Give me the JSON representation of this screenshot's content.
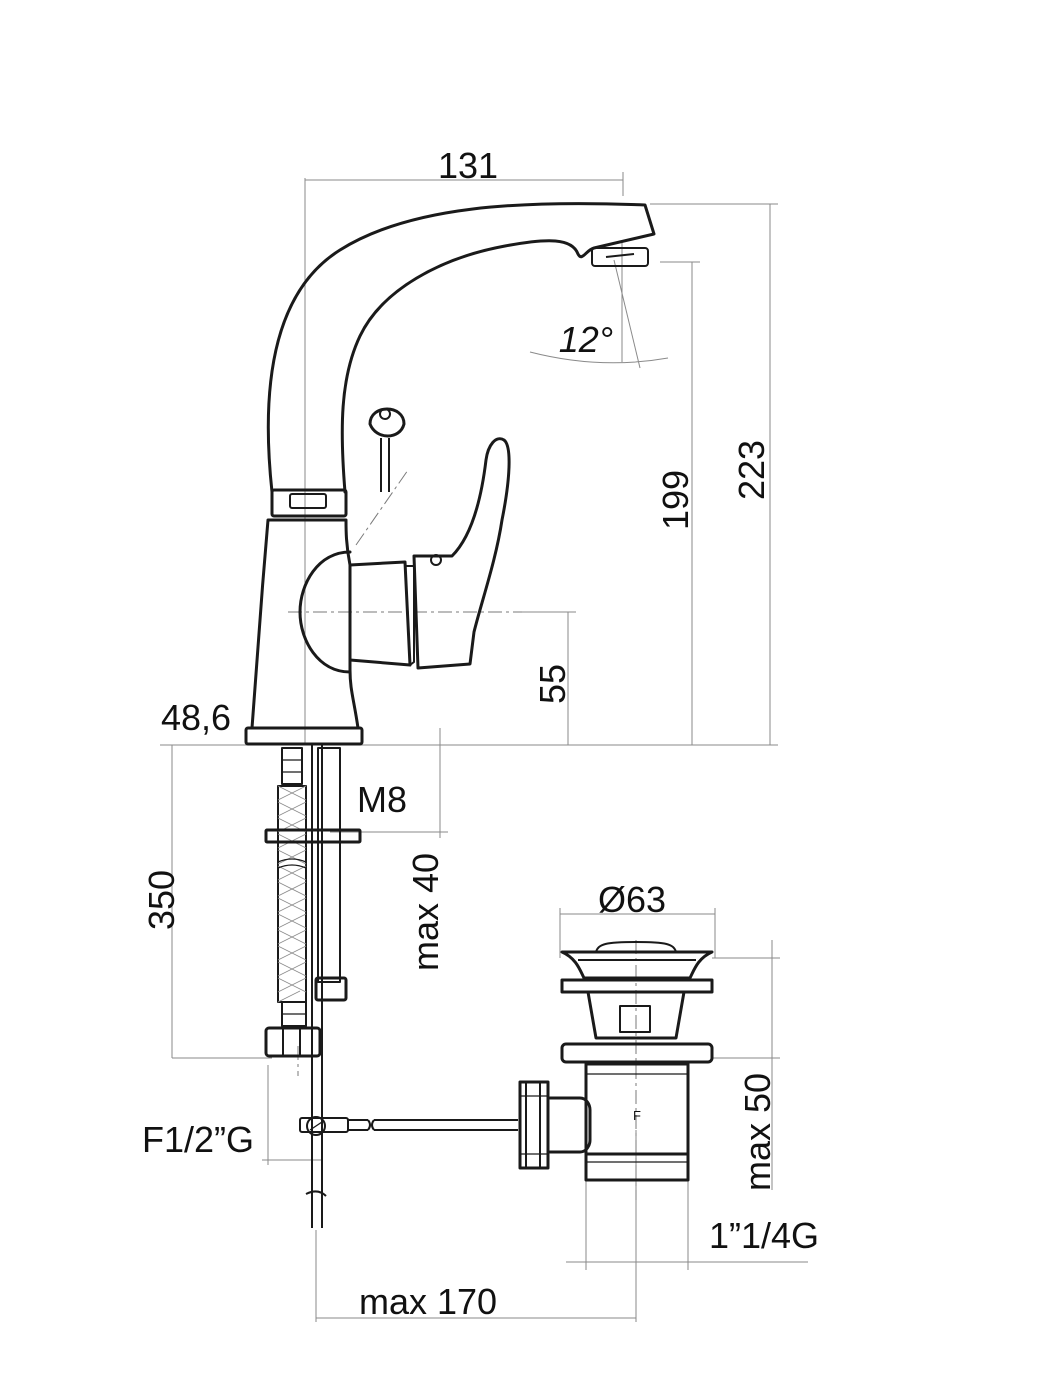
{
  "dimensions": {
    "spout_reach": "131",
    "spout_angle": "12°",
    "spout_height": "199",
    "total_height": "223",
    "lever_axis_height": "55",
    "base_diameter": "48,6",
    "stud_thread": "M8",
    "hose_length": "350",
    "max_deck_thickness": "max 40",
    "waste_diameter": "Ø63",
    "max_basin_thickness": "max 50",
    "inlet_thread": "F1/2”G",
    "waste_thread": "1”1/4G",
    "rod_max_distance": "max 170"
  },
  "marks": {
    "waste_body_letter": "F"
  }
}
